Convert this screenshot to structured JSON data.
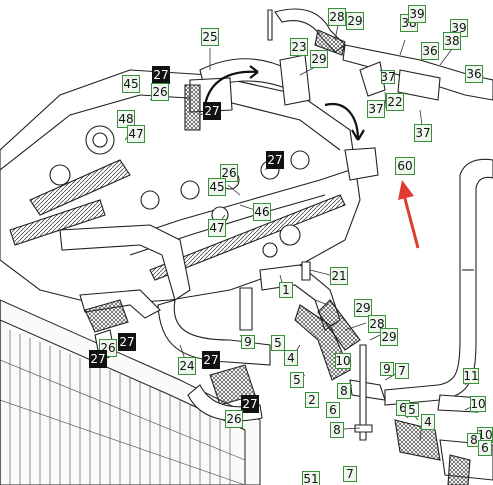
{
  "diagram": {
    "arrow_color": "#e03b2f",
    "callout_color": "#3a8f3a",
    "dark_callout_color": "#111111"
  },
  "callouts": [
    {
      "text": "28",
      "style": "std"
    },
    {
      "text": "29",
      "style": "std"
    },
    {
      "text": "38",
      "style": "std"
    },
    {
      "text": "39",
      "style": "std"
    },
    {
      "text": "39",
      "style": "std"
    },
    {
      "text": "23",
      "style": "std"
    },
    {
      "text": "36",
      "style": "std"
    },
    {
      "text": "38",
      "style": "std"
    },
    {
      "text": "36",
      "style": "std"
    },
    {
      "text": "25",
      "style": "std"
    },
    {
      "text": "29",
      "style": "std"
    },
    {
      "text": "37",
      "style": "std"
    },
    {
      "text": "27",
      "style": "dark"
    },
    {
      "text": "26",
      "style": "std"
    },
    {
      "text": "45",
      "style": "std"
    },
    {
      "text": "22",
      "style": "std"
    },
    {
      "text": "37",
      "style": "std"
    },
    {
      "text": "27",
      "style": "dark"
    },
    {
      "text": "48",
      "style": "std"
    },
    {
      "text": "47",
      "style": "std"
    },
    {
      "text": "37",
      "style": "std"
    },
    {
      "text": "27",
      "style": "dark"
    },
    {
      "text": "60",
      "style": "std"
    },
    {
      "text": "26",
      "style": "std"
    },
    {
      "text": "45",
      "style": "std"
    },
    {
      "text": "46",
      "style": "std"
    },
    {
      "text": "47",
      "style": "std"
    },
    {
      "text": "21",
      "style": "std"
    },
    {
      "text": "1",
      "style": "std"
    },
    {
      "text": "29",
      "style": "std"
    },
    {
      "text": "28",
      "style": "std"
    },
    {
      "text": "29",
      "style": "std"
    },
    {
      "text": "26",
      "style": "std"
    },
    {
      "text": "27",
      "style": "dark"
    },
    {
      "text": "27",
      "style": "dark"
    },
    {
      "text": "5",
      "style": "std"
    },
    {
      "text": "24",
      "style": "std"
    },
    {
      "text": "27",
      "style": "dark"
    },
    {
      "text": "9",
      "style": "std"
    },
    {
      "text": "4",
      "style": "std"
    },
    {
      "text": "10",
      "style": "std"
    },
    {
      "text": "7",
      "style": "std"
    },
    {
      "text": "11",
      "style": "std"
    },
    {
      "text": "5",
      "style": "std"
    },
    {
      "text": "8",
      "style": "std"
    },
    {
      "text": "27",
      "style": "dark"
    },
    {
      "text": "2",
      "style": "std"
    },
    {
      "text": "9",
      "style": "std"
    },
    {
      "text": "10",
      "style": "std"
    },
    {
      "text": "6",
      "style": "std"
    },
    {
      "text": "6",
      "style": "std"
    },
    {
      "text": "5",
      "style": "std"
    },
    {
      "text": "26",
      "style": "std"
    },
    {
      "text": "4",
      "style": "std"
    },
    {
      "text": "8",
      "style": "std"
    },
    {
      "text": "10",
      "style": "std"
    },
    {
      "text": "8",
      "style": "std"
    },
    {
      "text": "6",
      "style": "std"
    },
    {
      "text": "51",
      "style": "std"
    },
    {
      "text": "7",
      "style": "std"
    }
  ]
}
